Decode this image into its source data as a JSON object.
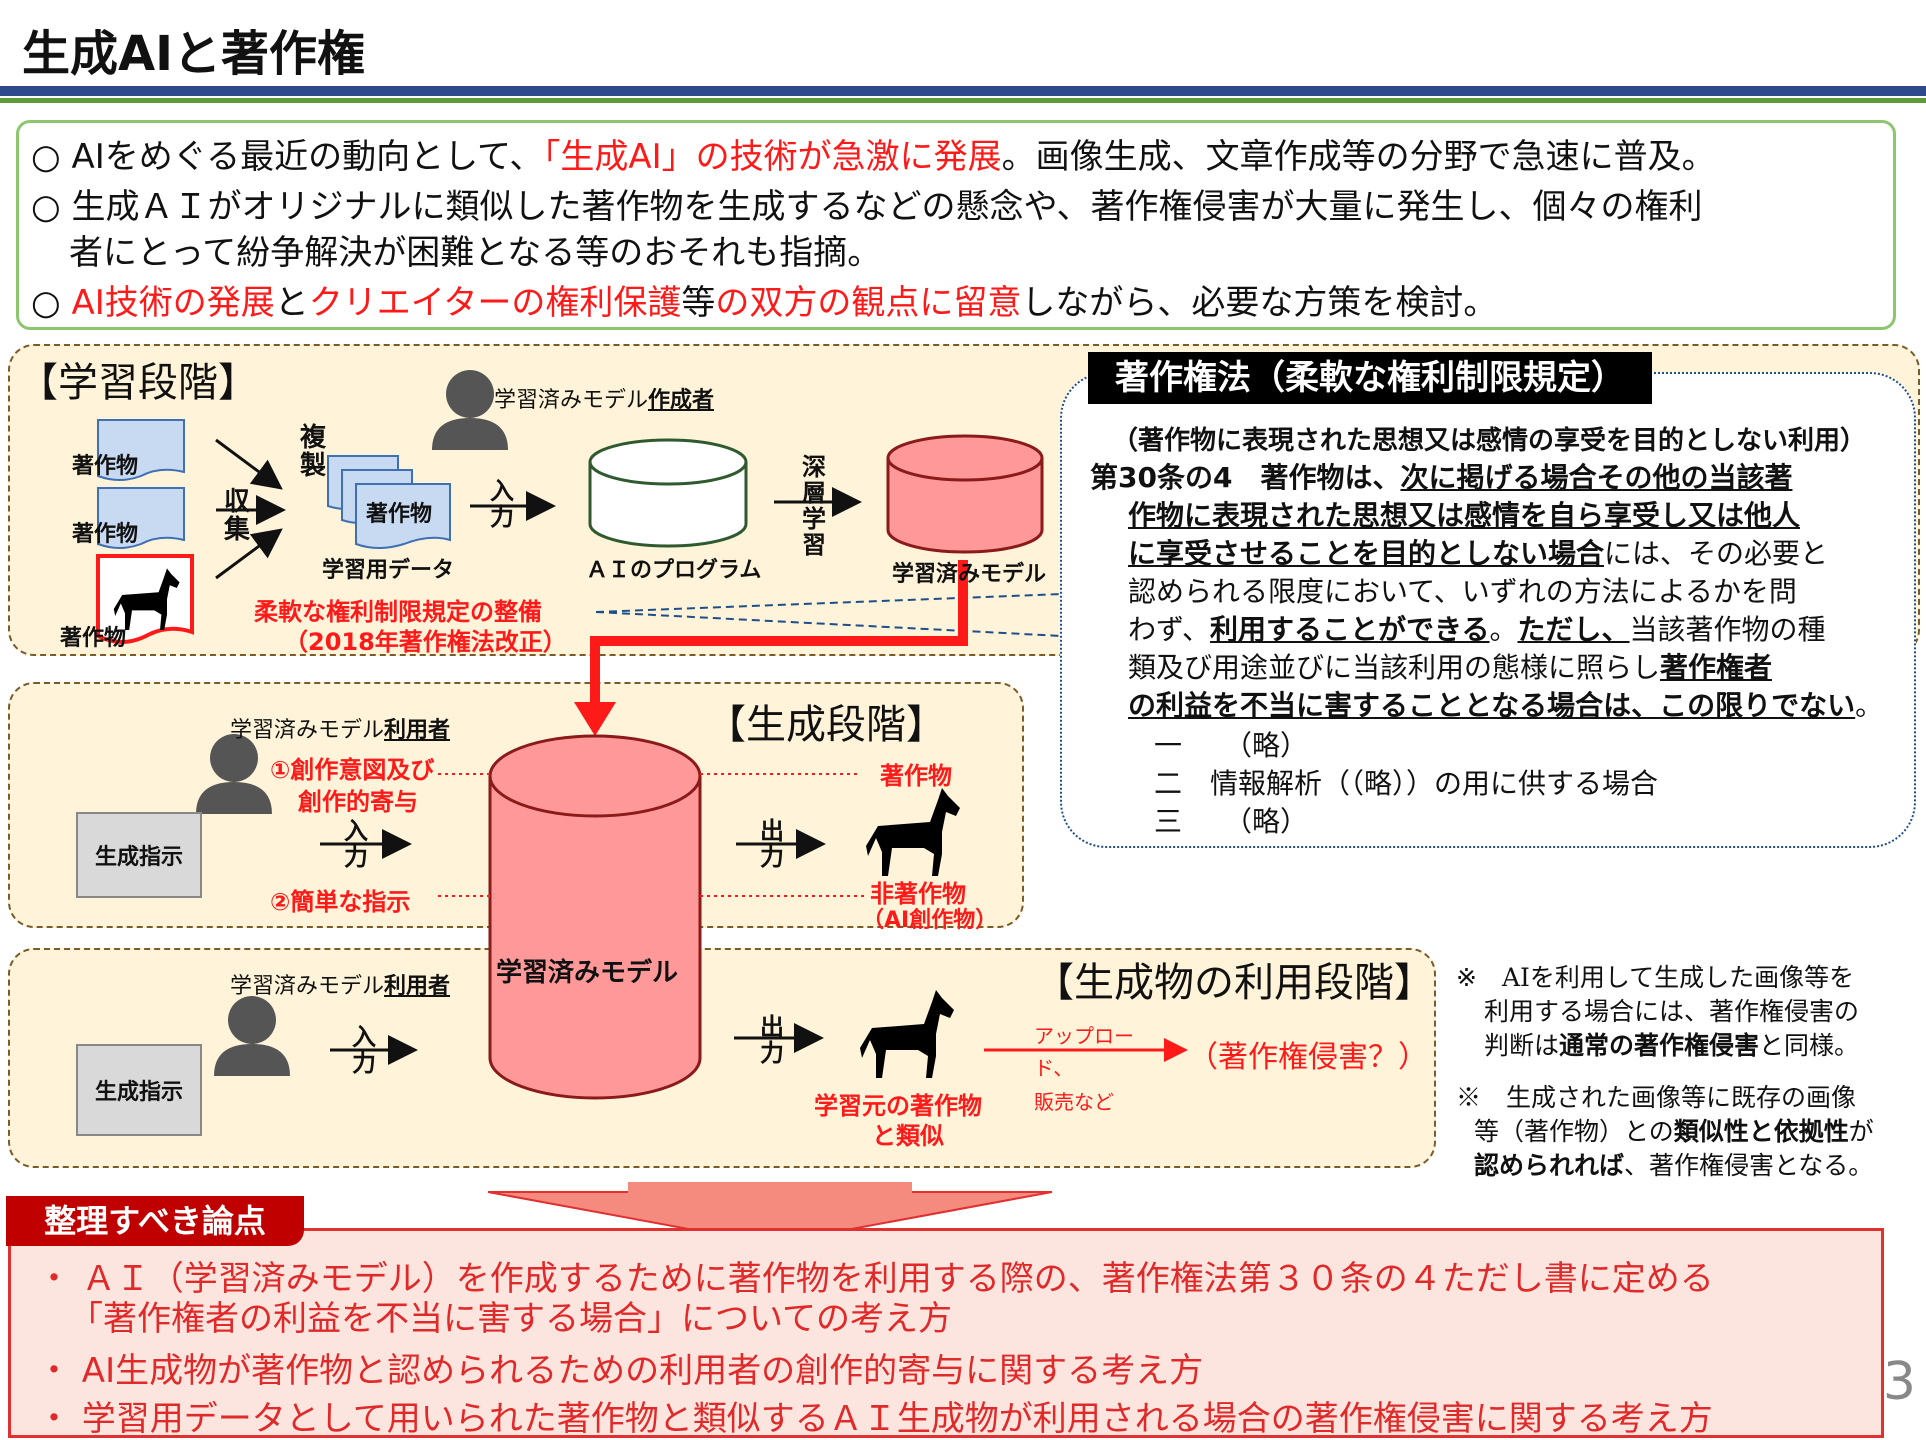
{
  "title": "生成AIと著作権",
  "intro": {
    "line1": {
      "a": "○ AIをめぐる最近の動向として、",
      "b": "「生成AI」の技術が急激に発展",
      "c": "。画像生成、文章作成等の分野で急速に普及。"
    },
    "line2": "○ 生成ＡＩがオリジナルに類似した著作物を生成するなどの懸念や、著作権侵害が大量に発生し、個々の権利",
    "line2b": "者にとって紛争解決が困難となる等のおそれも指摘。",
    "line3": {
      "a": "○ ",
      "b": "AI技術の発展",
      "c": "と",
      "d": "クリエイターの権利保護",
      "e": "等",
      "f": "の双方の観点に留意",
      "g": "しながら、必要な方策を検討。"
    }
  },
  "learning": {
    "title": "【学習段階】",
    "creator_label": "学習済みモデル",
    "creator_label_b": "作成者",
    "works": [
      "著作物",
      "著作物",
      "著作物"
    ],
    "collect": "収集",
    "copy": "複製",
    "data_doc": "著作物",
    "data_label": "学習用データ",
    "input": "入力",
    "program": "ＡＩのプログラム",
    "deep": "深層学習",
    "model": "学習済みモデル",
    "reform1": "柔軟な権利制限規定の整備",
    "reform2": "（2018年著作権法改正）"
  },
  "law": {
    "title": "著作権法（柔軟な権利制限規定）",
    "heading": "（著作物に表現された思想又は感情の享受を目的としない利用）",
    "l1a": "第30条の4　著作物は、",
    "l1b": "次に掲げる場合その他の当該著",
    "l2": "作物に表現された思想又は感情を自ら享受し又は他人",
    "l3a": "に享受させることを目的としない場合",
    "l3b": "には、その必要と",
    "l4": "認められる限度において、いずれの方法によるかを問",
    "l5a": "わず、",
    "l5b": "利用することができる",
    "l5c": "。",
    "l5d": "ただし、",
    "l5e": "当該著作物の種",
    "l6a": "類及び用途並びに当該利用の態様に照らし",
    "l6b": "著作権者",
    "l7a": "の利益を不当に害することとなる場合は、この限りでない",
    "l7b": "。",
    "item1": "一　　（略）",
    "item2": "二　情報解析（（略））の用に供する場合",
    "item3": "三　　（略）"
  },
  "generation": {
    "title": "【生成段階】",
    "user_label": "学習済みモデル",
    "user_label_b": "利用者",
    "intent1": "①創作意図及び",
    "intent2": "創作的寄与",
    "simple": "②簡単な指示",
    "instruction": "生成指示",
    "input": "入力",
    "output": "出力",
    "work": "著作物",
    "nonwork": "非著作物",
    "aiwork": "（AI創作物）",
    "model": "学習済みモデル"
  },
  "usage": {
    "title": "【生成物の利用段階】",
    "user_label": "学習済みモデル",
    "user_label_b": "利用者",
    "instruction": "生成指示",
    "input": "入力",
    "output": "出力",
    "similar1": "学習元の著作物",
    "similar2": "と類似",
    "upload": "アップロー",
    "upload2": "ド、",
    "sale": "販売など",
    "infringe": "（著作権侵害？）"
  },
  "notes": {
    "n1a": "※　AIを利用して生成した画像等を",
    "n1b": "利用する場合には、著作権侵害の",
    "n1c_a": "判断は",
    "n1c_b": "通常の著作権侵害",
    "n1c_c": "と同様。",
    "n2a": "※　生成された画像等に既存の画像",
    "n2b_a": "等（著作物）との",
    "n2b_b": "類似性と依拠性",
    "n2b_c": "が",
    "n2c_a": "認められれば",
    "n2c_b": "、著作権侵害となる。"
  },
  "issues": {
    "tab": "整理すべき論点",
    "i1": "・ ＡＩ（学習済みモデル）を作成するために著作物を利用する際の、著作権法第３０条の４ただし書に定める",
    "i1b": "「著作権者の利益を不当に害する場合」についての考え方",
    "i2": "・ AI生成物が著作物と認められるための利用者の創作的寄与に関する考え方",
    "i3": "・ 学習用データとして用いられた著作物と類似するＡＩ生成物が利用される場合の著作権侵害に関する考え方"
  },
  "page_number": "3",
  "colors": {
    "red": "#ff1a1a",
    "navy": "#2e4a8b",
    "green": "#5f9a3a",
    "cream": "#fff3d9",
    "pink": "#ff9999"
  }
}
